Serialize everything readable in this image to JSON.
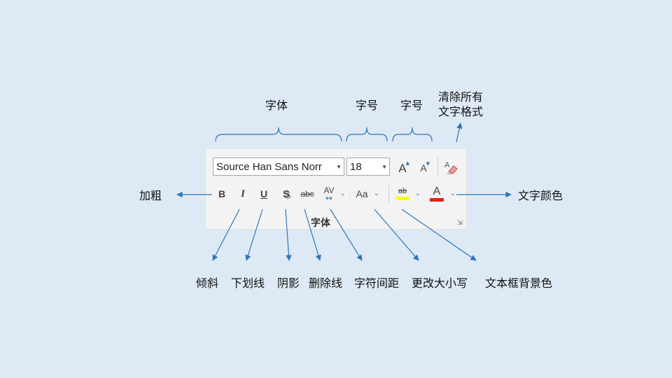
{
  "ribbon": {
    "font_name": "Source Han Sans Norr",
    "font_size": "18",
    "group_name": "字体",
    "buttons": {
      "grow_font": "A",
      "shrink_font": "A",
      "bold": "B",
      "italic": "I",
      "underline": "U",
      "shadow": "S",
      "strikethrough": "abc",
      "spacing": "AV",
      "change_case": "Aa",
      "highlight": "ab",
      "font_color": "A"
    },
    "colors": {
      "highlight_bar": "#ffff00",
      "font_color_bar": "#e02020",
      "arrow": "#2e75b6"
    }
  },
  "annotations": {
    "font": "字体",
    "size1": "字号",
    "size2": "字号",
    "clear": "清除所有\n文字格式",
    "bold": "加粗",
    "font_color": "文字颜色",
    "italic": "倾斜",
    "underline": "下划线",
    "shadow": "阴影",
    "strike": "删除线",
    "spacing": "字符间距",
    "case": "更改大小写",
    "highlight": "文本框背景色"
  }
}
